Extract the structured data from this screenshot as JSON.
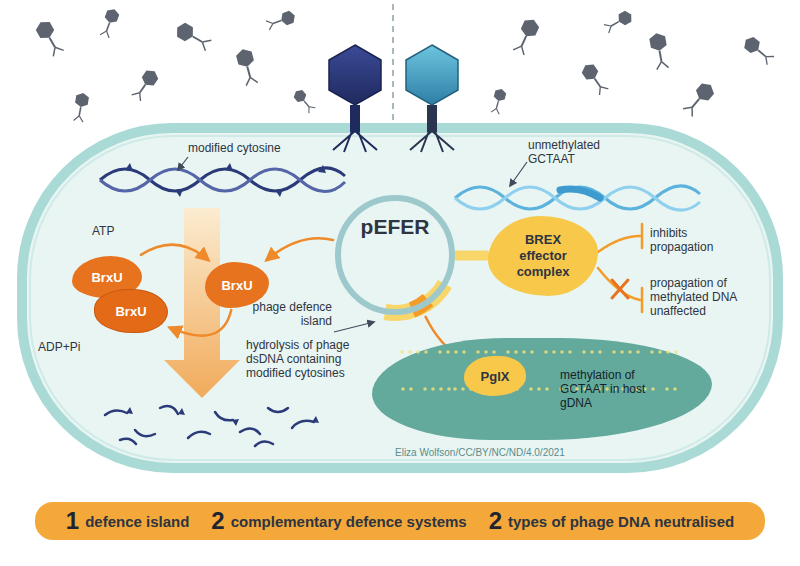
{
  "diagram": {
    "nodes": [
      {
        "text": [
          "pEFER"
        ]
      },
      {
        "text": [
          "BREX effector complex"
        ]
      },
      {
        "text": [
          "BrxU"
        ]
      },
      {
        "text": [
          "BrxU"
        ]
      },
      {
        "text": [
          "BrxU"
        ]
      },
      {
        "text": [
          "methylation of GCTAAT in host gDNA"
        ]
      },
      {
        "text": [
          "PglX"
        ],
        "in": 5
      },
      {
        "text": [
          "1",
          "defence island",
          "2",
          "complementary defence systems",
          "2",
          "types of phage DNA neutralised"
        ]
      }
    ],
    "edges": [
      {
        "from": 0,
        "to": 4,
        "arrow": "to"
      },
      {
        "from": 0,
        "to": 1,
        "arrow": "none"
      },
      {
        "from": 0,
        "to": 6,
        "arrow": "to"
      },
      {
        "from": 2,
        "to": 4,
        "arrow": "to"
      },
      {
        "from": 4,
        "to": 3,
        "arrow": "to"
      }
    ],
    "labels": [
      "modified cytosine",
      "unmethylated GCTAAT",
      "ATP",
      "inhibits propagation",
      "propagation of methylated DNA unaffected",
      "phage defence island",
      "ADP+Pi",
      "hydrolysis of phage dsDNA containing modified cytosines",
      "Eliza Wolfson/CC/BY/NC/ND/4.0/2021"
    ]
  }
}
